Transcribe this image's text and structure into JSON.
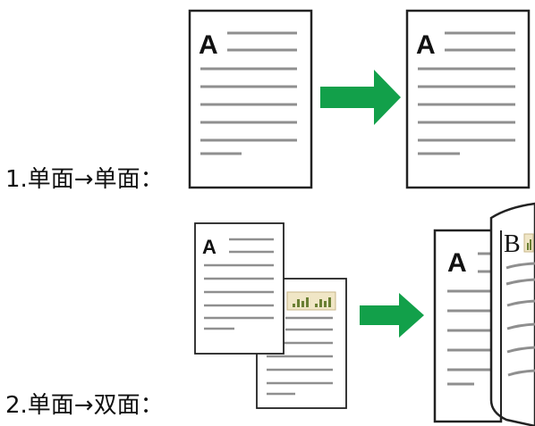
{
  "rows": [
    {
      "label": "1.单面→单面："
    },
    {
      "label": "2.单面→双面："
    }
  ],
  "pages": {
    "page_a_letter": "A",
    "page_b_letter": "B"
  },
  "colors": {
    "arrow": "#12a04a",
    "outline": "#222222",
    "lines": "#8f8f8f",
    "badge_fill": "#f0e6c6",
    "badge_border": "#c9b78a",
    "bars": "#6a7f33"
  }
}
